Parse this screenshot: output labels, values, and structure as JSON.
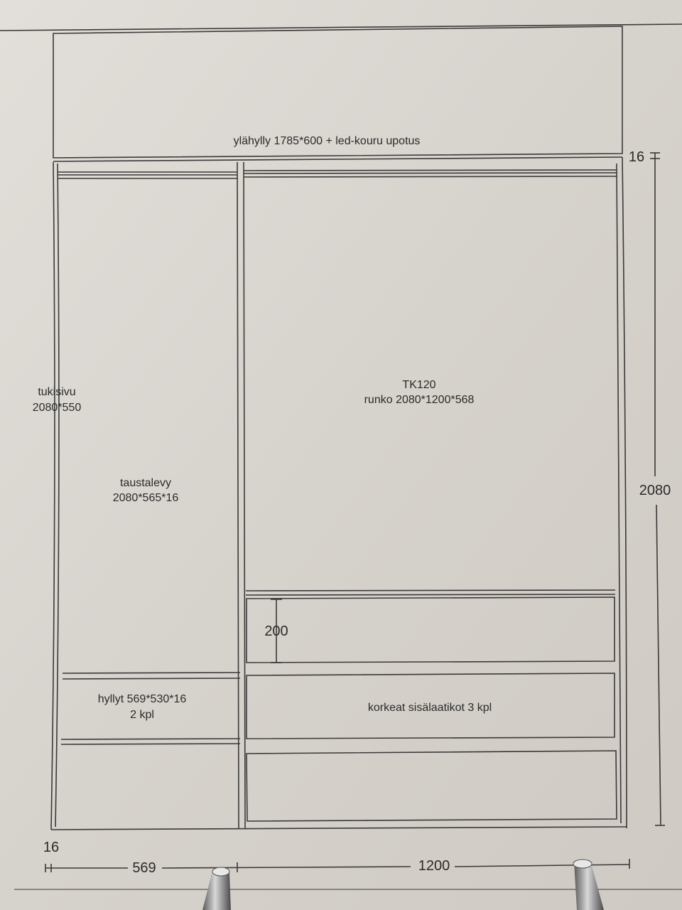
{
  "top_shelf": {
    "label": "ylähylly 1785*600 + led-kouru upotus"
  },
  "side_panel": {
    "line1": "tukisivu",
    "line2": "2080*550"
  },
  "back_panel": {
    "line1": "taustalevy",
    "line2": "2080*565*16"
  },
  "frame": {
    "line1": "TK120",
    "line2": "runko 2080*1200*568"
  },
  "shelves": {
    "line1": "hyllyt 569*530*16",
    "line2": "2 kpl"
  },
  "drawers": {
    "label": "korkeat sisälaatikot 3 kpl"
  },
  "dimensions": {
    "thickness_top": "16",
    "height": "2080",
    "drawer_height": "200",
    "thickness_bottom": "16",
    "left_width": "569",
    "right_width": "1200"
  },
  "colors": {
    "paper": "#d9d5cf",
    "line": "#3a3a3a",
    "text": "#2b2b2b"
  }
}
